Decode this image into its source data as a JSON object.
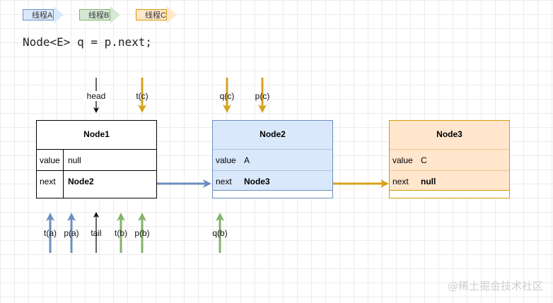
{
  "legend": {
    "thread_a": "线程A",
    "thread_b": "线程B",
    "thread_c": "线程C"
  },
  "code_line": "Node<E> q = p.next;",
  "colors": {
    "thread_a": "#6c8ebf",
    "thread_b": "#82b366",
    "thread_c": "#d6a31e",
    "node2_fill": "#dae8fc",
    "node2_border": "#6c8ebf",
    "node3_fill": "#ffe6cc",
    "node3_border": "#d79b00"
  },
  "nodes": {
    "node1": {
      "title": "Node1",
      "value_key": "value",
      "value": "null",
      "next_key": "next",
      "next": "Node2"
    },
    "node2": {
      "title": "Node2",
      "value_key": "value",
      "value": "A",
      "next_key": "next",
      "next": "Node3"
    },
    "node3": {
      "title": "Node3",
      "value_key": "value",
      "value": "C",
      "next_key": "next",
      "next": "null"
    }
  },
  "pointers": {
    "head": "head",
    "t_c": "t(c)",
    "q_c": "q(c)",
    "p_c": "p(c)",
    "t_a": "t(a)",
    "p_a": "p(a)",
    "tail": "tail",
    "t_b": "t(b)",
    "p_b": "p(b)",
    "q_b": "q(b)"
  },
  "watermark": "@稀土掘金技术社区"
}
